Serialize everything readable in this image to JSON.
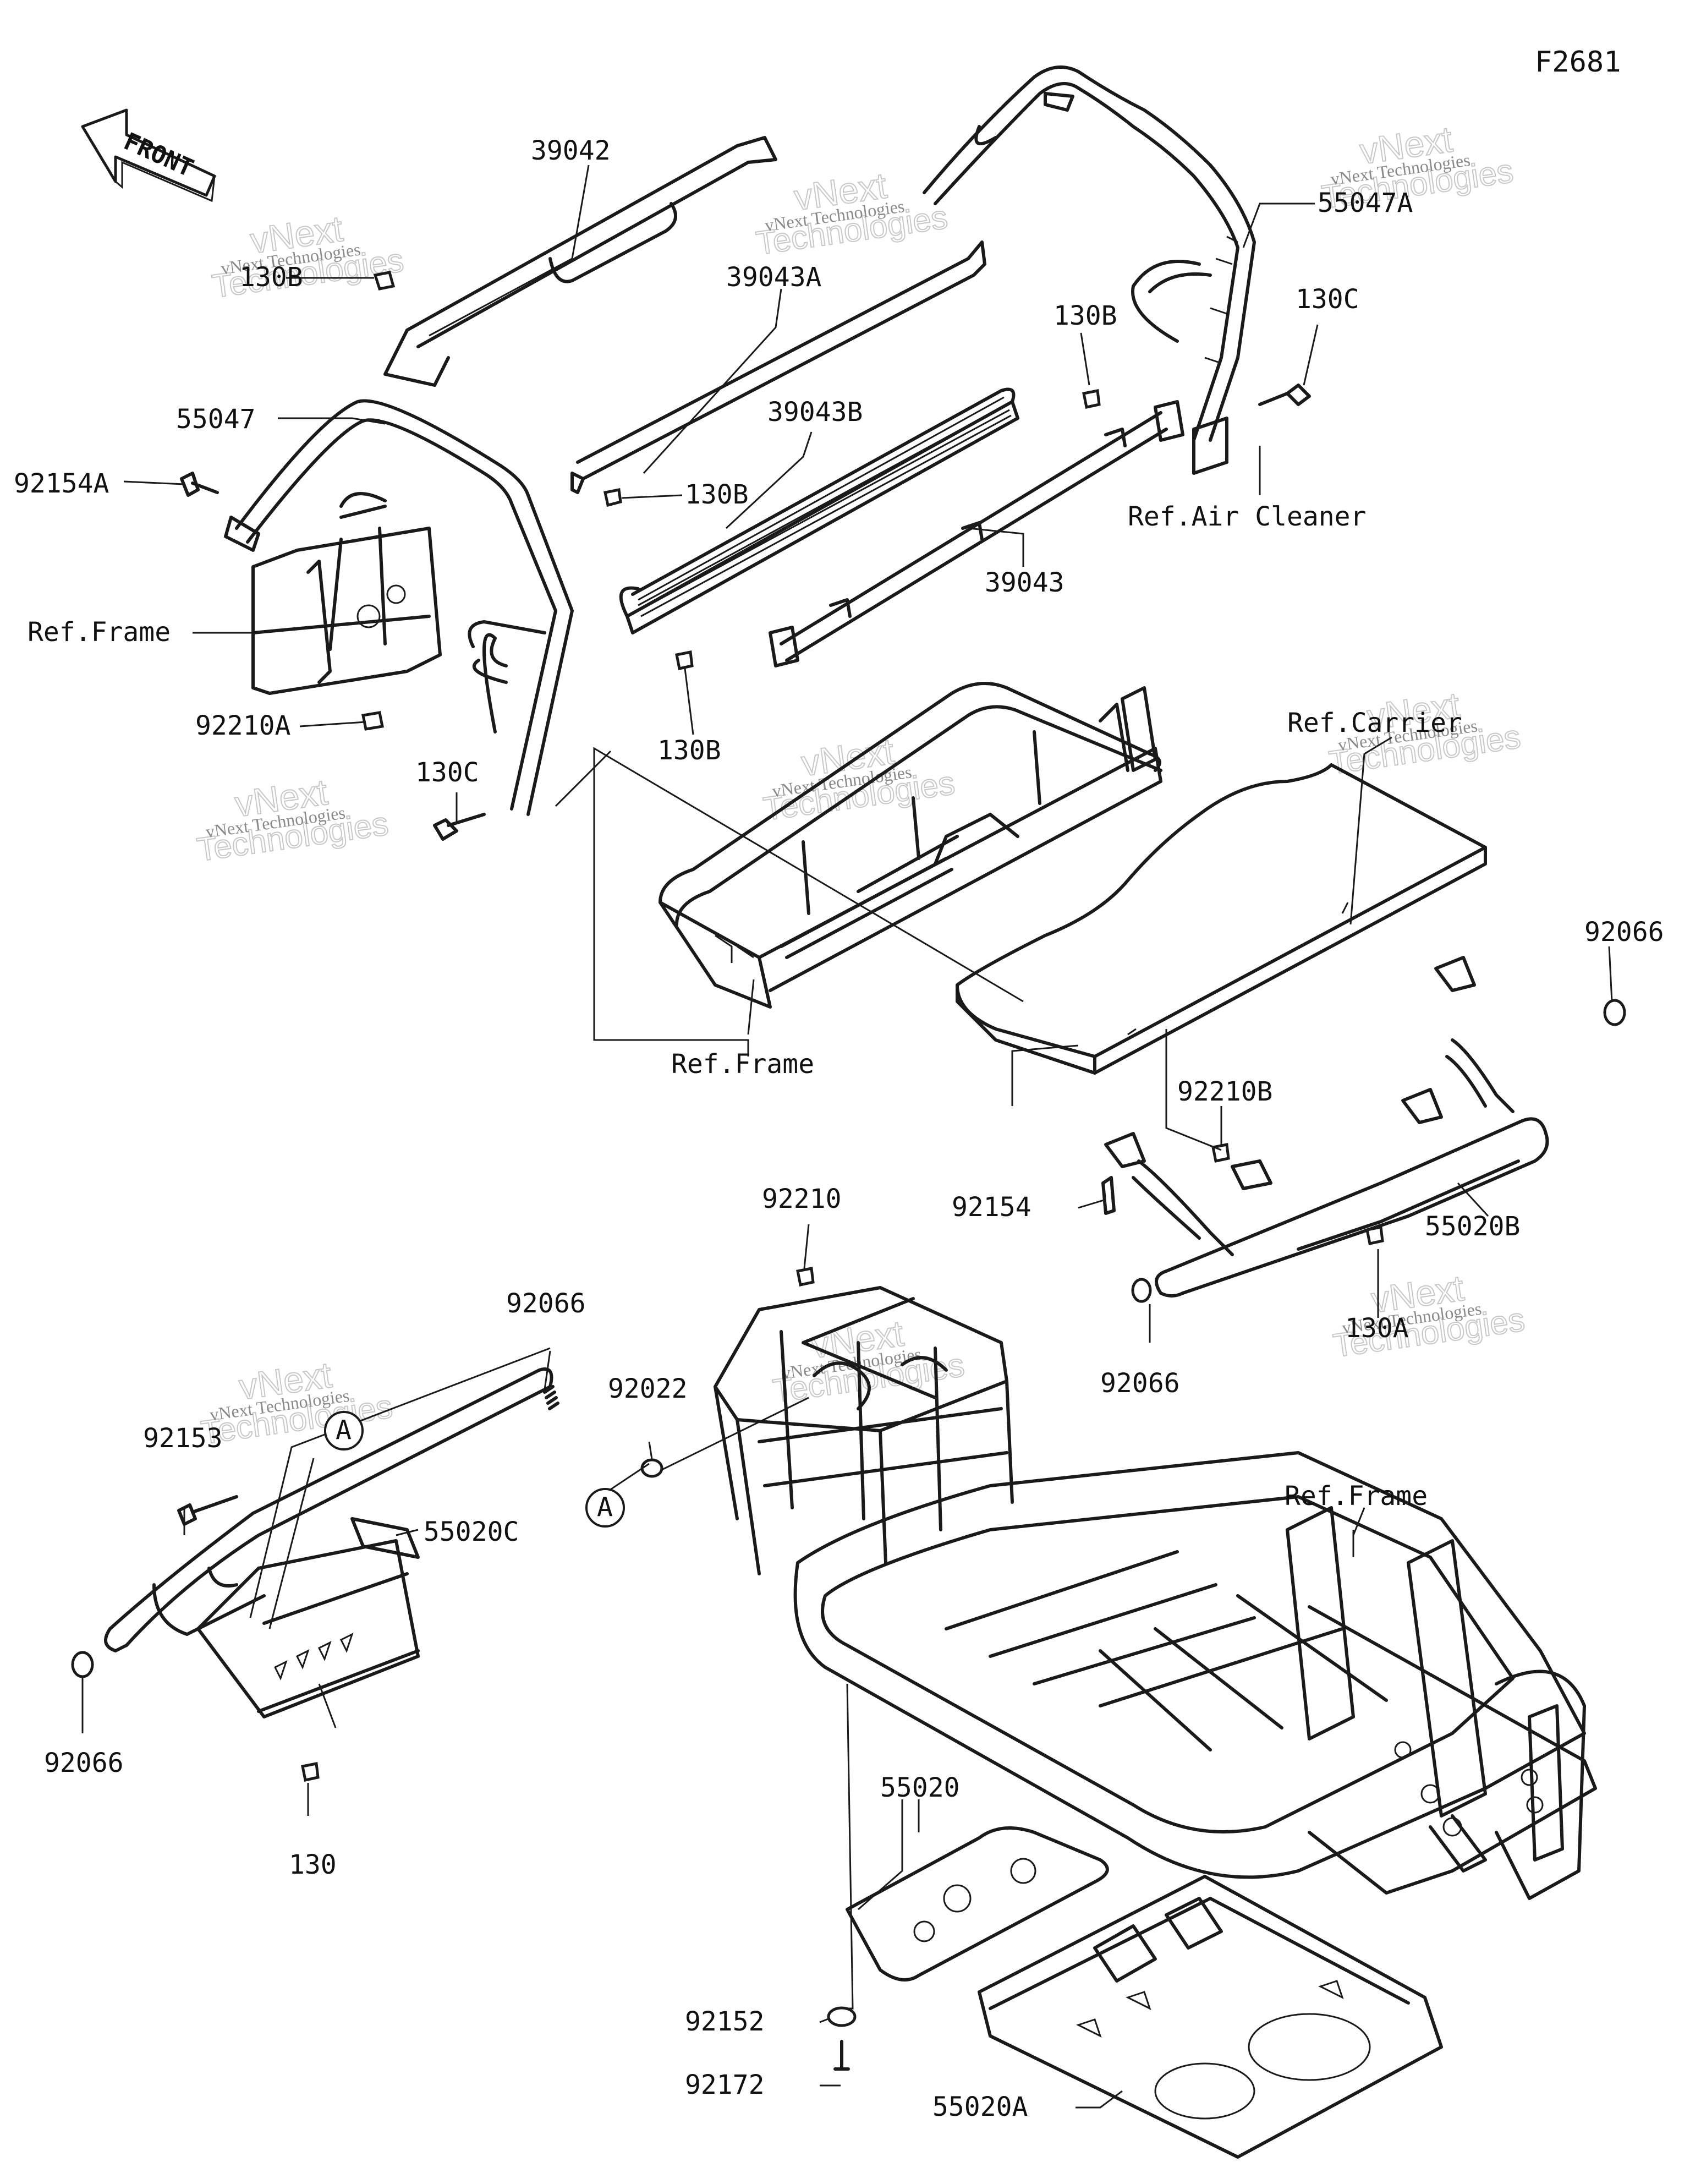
{
  "figure_code": "F2681",
  "front_label": "FRONT",
  "callouts": {
    "p39042": "39042",
    "p55047A": "55047A",
    "p130B_tl": "130B",
    "p39043A": "39043A",
    "p130B_r": "130B",
    "p130C_tr": "130C",
    "p55047": "55047",
    "p39043B": "39043B",
    "p92154A": "92154A",
    "p130B_m": "130B",
    "ref_air_cleaner": "Ref.Air Cleaner",
    "p39043": "39043",
    "ref_frame_l": "Ref.Frame",
    "p130B_b": "130B",
    "p92210A": "92210A",
    "ref_carrier": "Ref.Carrier",
    "p130C_l": "130C",
    "p92066_tr": "92066",
    "ref_frame_m": "Ref.Frame",
    "p92210B": "92210B",
    "p92154": "92154",
    "p55020B": "55020B",
    "p92210": "92210",
    "p130A": "130A",
    "p92066_mid": "92066",
    "p92066_l": "92066",
    "p92022": "92022",
    "circle_a1": "A",
    "circle_a2": "A",
    "p92153": "92153",
    "p55020C": "55020C",
    "ref_frame_r": "Ref.Frame",
    "p92066_bl": "92066",
    "p130": "130",
    "p55020": "55020",
    "p92152": "92152",
    "p92172": "92172",
    "p55020A": "55020A"
  },
  "watermark": {
    "line1": "vNext Technologies",
    "line2": "vNext",
    "line3": "Technologies"
  }
}
